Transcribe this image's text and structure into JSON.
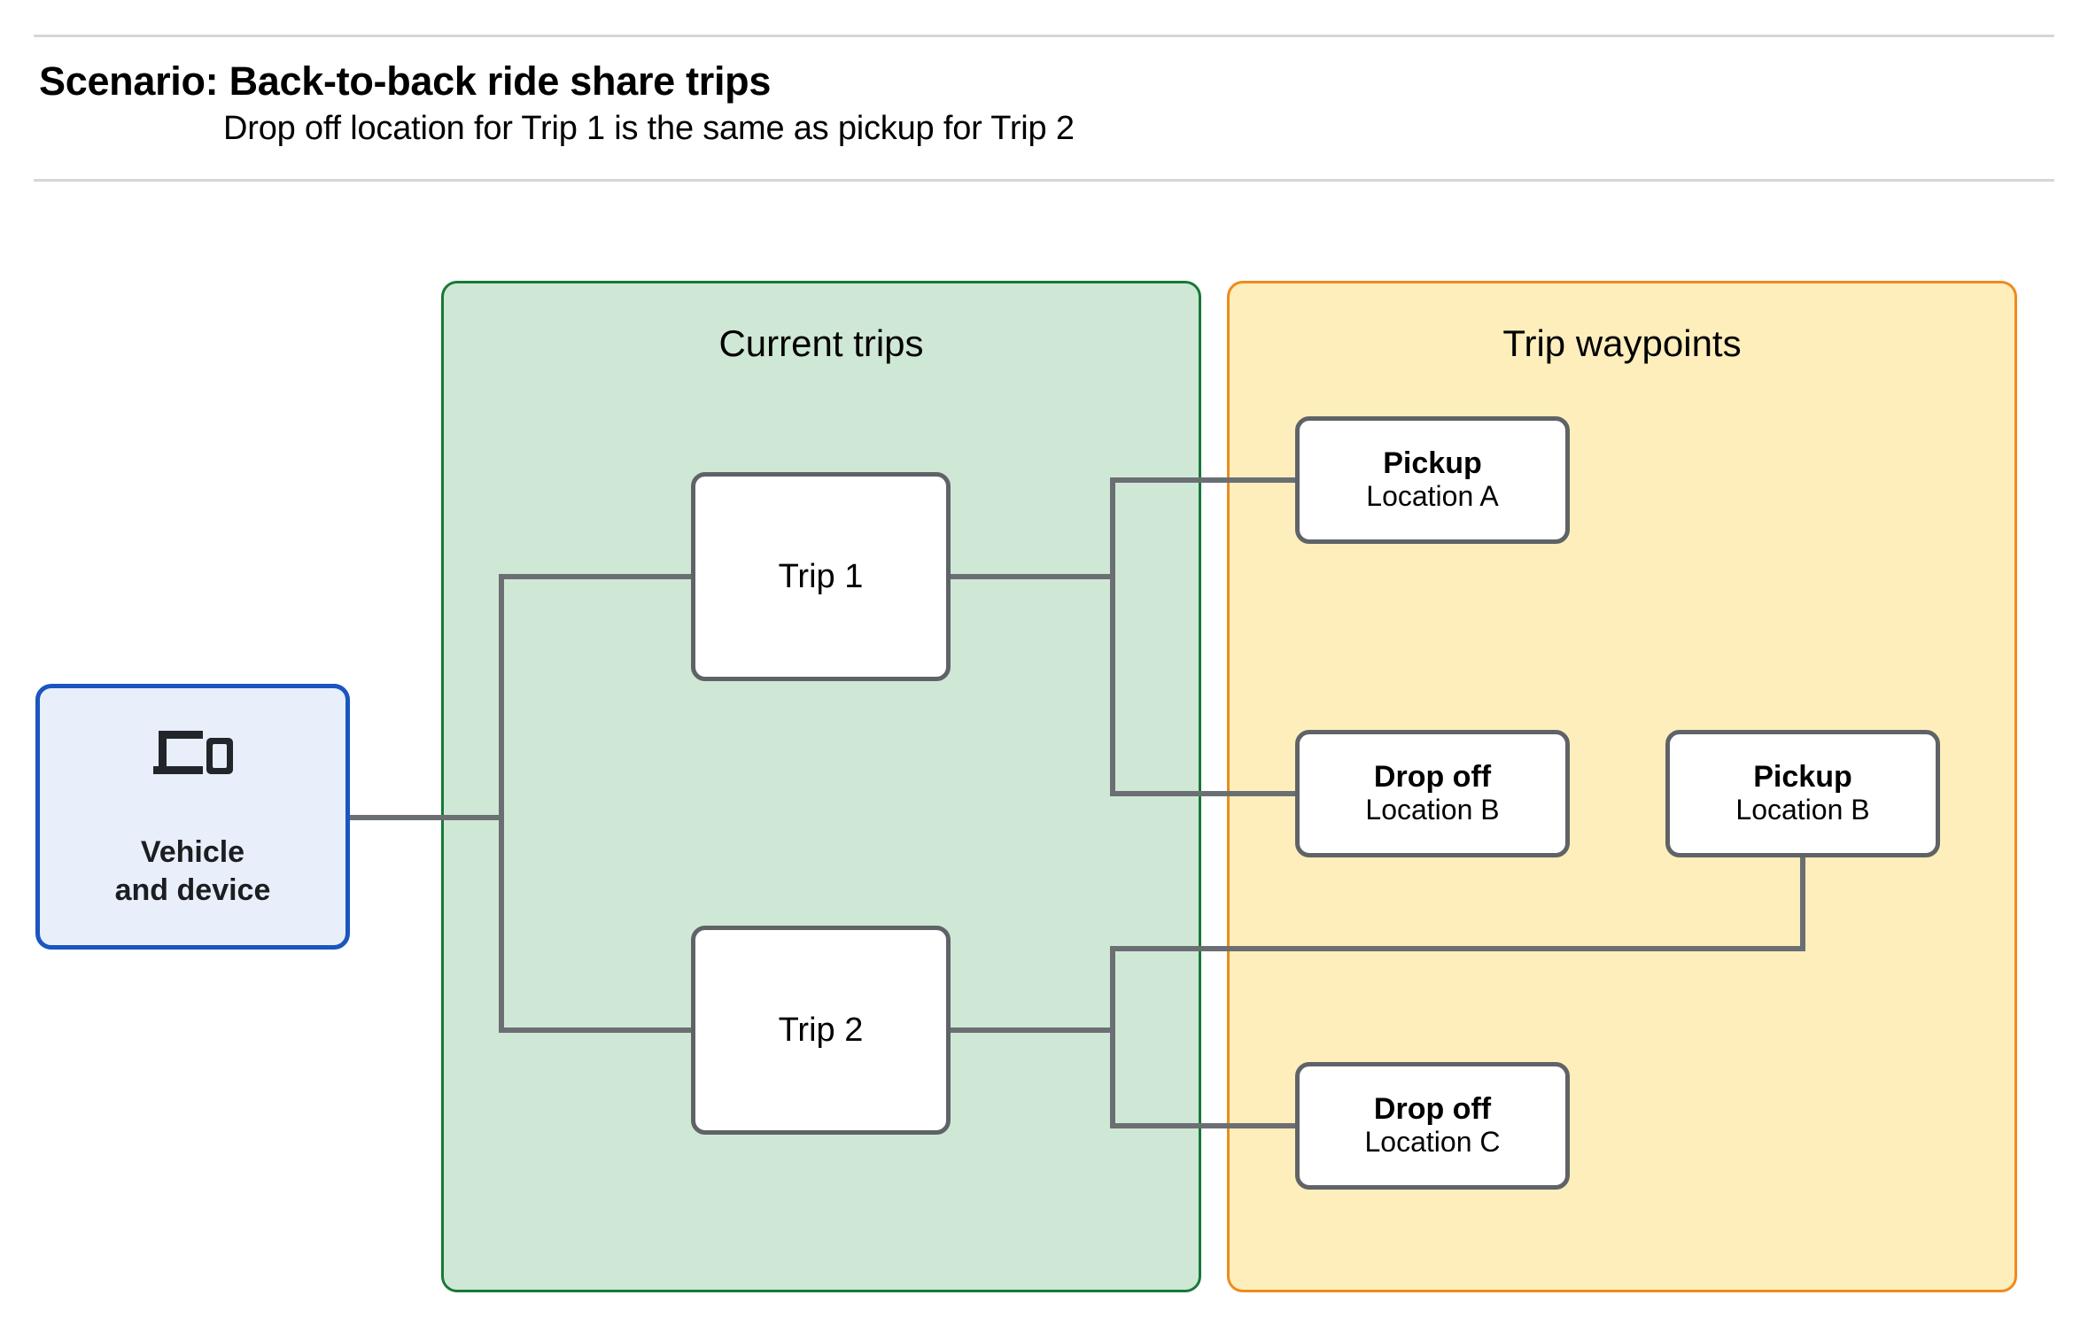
{
  "header": {
    "title": "Scenario: Back-to-back ride share trips",
    "subtitle": "Drop off  location for Trip 1 is the same as pickup for Trip 2"
  },
  "panels": {
    "current_trips": {
      "title": "Current trips",
      "fill": "#cfe8d5",
      "border": "#157a38"
    },
    "trip_waypoints": {
      "title": "Trip waypoints",
      "fill": "#fdeebb",
      "border": "#f08a1d"
    }
  },
  "vehicle": {
    "label": "Vehicle\nand device",
    "icon": "devices-icon",
    "fill": "#e8eefa",
    "border": "#1b55bf"
  },
  "trips": [
    {
      "label": "Trip 1"
    },
    {
      "label": "Trip 2"
    }
  ],
  "waypoints": [
    {
      "type": "Pickup",
      "location": "Location A"
    },
    {
      "type": "Drop off",
      "location": "Location B"
    },
    {
      "type": "Pickup",
      "location": "Location B"
    },
    {
      "type": "Drop off",
      "location": "Location C"
    }
  ],
  "connector_color": "#6b6f73"
}
